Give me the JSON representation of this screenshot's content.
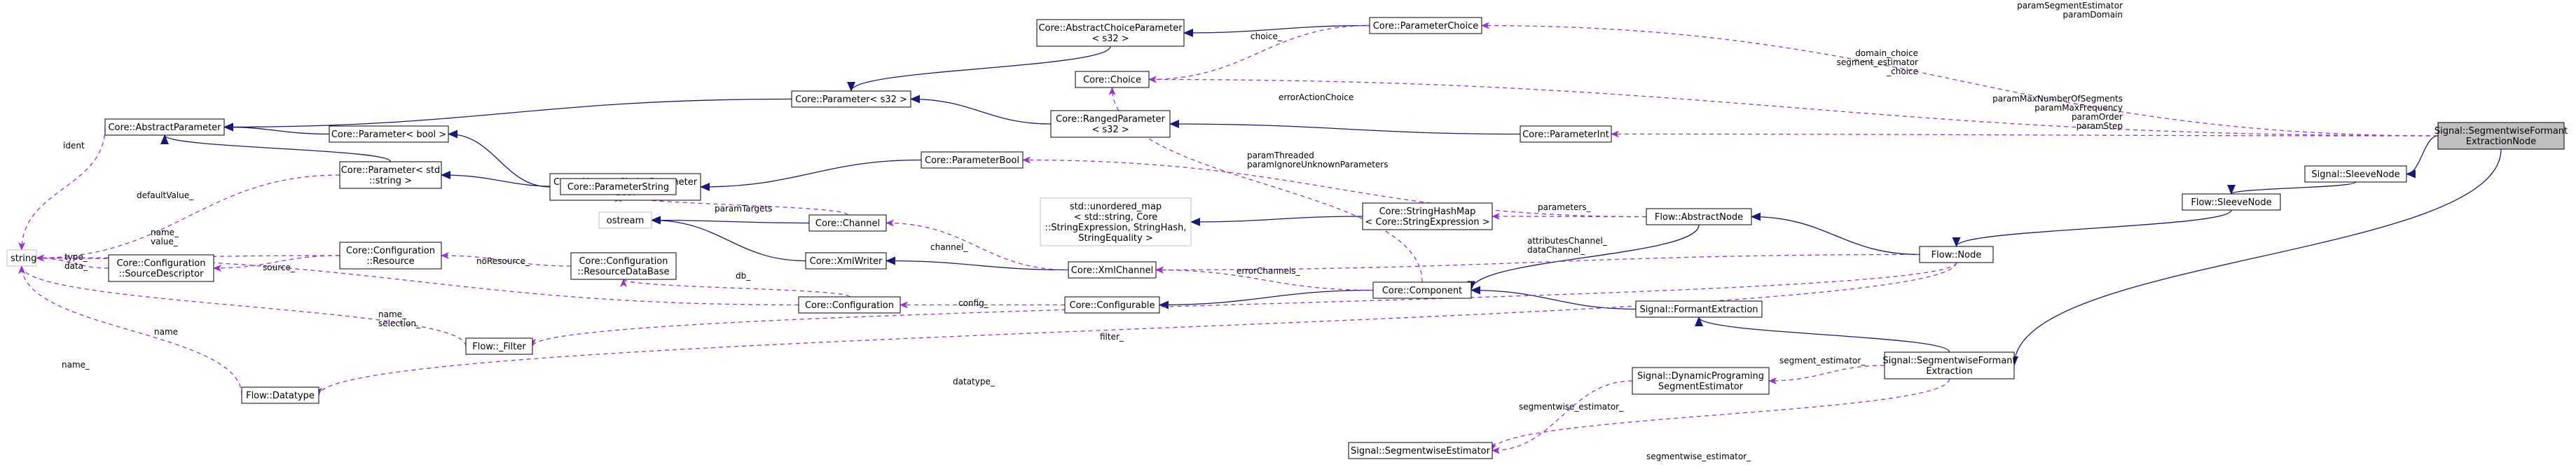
{
  "colors": {
    "inheritance_edge": "#191970",
    "usage_edge": "#9a32cd",
    "focus_fill": "#bfbfbf",
    "external_border": "#bfbfbf"
  },
  "nodes": {
    "string": "string",
    "abstract_parameter": "Core::AbstractParameter",
    "configuration_source_descriptor": [
      "Core::Configuration",
      "::SourceDescriptor"
    ],
    "parameter_bool_tmpl": "Core::Parameter< bool >",
    "parameter_string_tmpl": [
      "Core::Parameter< std",
      "::string >"
    ],
    "configuration_resource": [
      "Core::Configuration",
      "::Resource"
    ],
    "flow_filter": "Flow::_Filter",
    "flow_datatype": "Flow::Datatype",
    "ostream": "ostream",
    "abstract_choice_parameter_bool": [
      "Core::AbstractChoiceParameter",
      "< bool >"
    ],
    "parameter_string": "Core::ParameterString",
    "configuration_resource_database": [
      "Core::Configuration",
      "::ResourceDataBase"
    ],
    "parameter_s32": "Core::Parameter< s32 >",
    "channel": "Core::Channel",
    "xml_writer": "Core::XmlWriter",
    "configuration": "Core::Configuration",
    "abstract_choice_parameter_s32": [
      "Core::AbstractChoiceParameter",
      "< s32 >"
    ],
    "choice": "Core::Choice",
    "ranged_parameter_s32": [
      "Core::RangedParameter",
      "< s32 >"
    ],
    "parameter_bool": "Core::ParameterBool",
    "unordered_map": [
      "std::unordered_map",
      "< std::string, Core",
      "::StringExpression, StringHash,",
      "StringEquality >"
    ],
    "xml_channel": "Core::XmlChannel",
    "configurable": "Core::Configurable",
    "parameter_choice": "Core::ParameterChoice",
    "parameter_int": "Core::ParameterInt",
    "string_hash_map": [
      "Core::StringHashMap",
      "< Core::StringExpression >"
    ],
    "component": "Core::Component",
    "abstract_node": "Flow::AbstractNode",
    "formant_extraction": "Signal::FormantExtraction",
    "dynamic_programing_segment_estimator": [
      "Signal::DynamicPrograming",
      "SegmentEstimator"
    ],
    "segmentwise_estimator": "Signal::SegmentwiseEstimator",
    "sleeve_node_flow": "Flow::SleeveNode",
    "flow_node": "Flow::Node",
    "segmentwise_formant_extraction": [
      "Signal::SegmentwiseFormant",
      "Extraction"
    ],
    "sleeve_node_signal": "Signal::SleeveNode",
    "segmentwise_formant_extraction_node": [
      "Signal::SegmentwiseFormant",
      "ExtractionNode"
    ]
  },
  "edge_labels": {
    "ident": [
      "ident"
    ],
    "default_value": [
      "defaultValue_"
    ],
    "name_value": [
      "name_",
      "value_"
    ],
    "type_data": [
      "type_",
      "data_"
    ],
    "source": [
      "source_"
    ],
    "no_resource": [
      "noResource_"
    ],
    "name_selection": [
      "name_",
      "selection_"
    ],
    "name_filter": [
      "name"
    ],
    "name_datatype": [
      "name_"
    ],
    "param_targets": [
      "paramTargets"
    ],
    "db": [
      "db_"
    ],
    "channel": [
      "channel_"
    ],
    "config": [
      "config_"
    ],
    "choice": [
      "choice_"
    ],
    "error_action_choice": [
      "errorActionChoice"
    ],
    "param_threaded": [
      "paramThreaded",
      "paramIgnoreUnknownParameters"
    ],
    "error_channels": [
      "errorChannels_"
    ],
    "parameters": [
      "parameters_"
    ],
    "attributes_channel": [
      "attributesChannel_",
      "dataChannel_"
    ],
    "filter": [
      "filter_"
    ],
    "datatype": [
      "datatype_"
    ],
    "param_segment_estimator": [
      "paramSegmentEstimator",
      "paramDomain"
    ],
    "domain_choice": [
      "domain_choice",
      "segment_estimator",
      "_choice"
    ],
    "param_max_number": [
      "paramMaxNumberOfSegments",
      "paramMaxFrequency",
      "paramOrder",
      "paramStep"
    ],
    "segment_estimator": [
      "segment_estimator_"
    ],
    "segmentwise_estimator_1": [
      "segmentwise_estimator_"
    ],
    "segmentwise_estimator_2": [
      "segmentwise_estimator_"
    ]
  }
}
